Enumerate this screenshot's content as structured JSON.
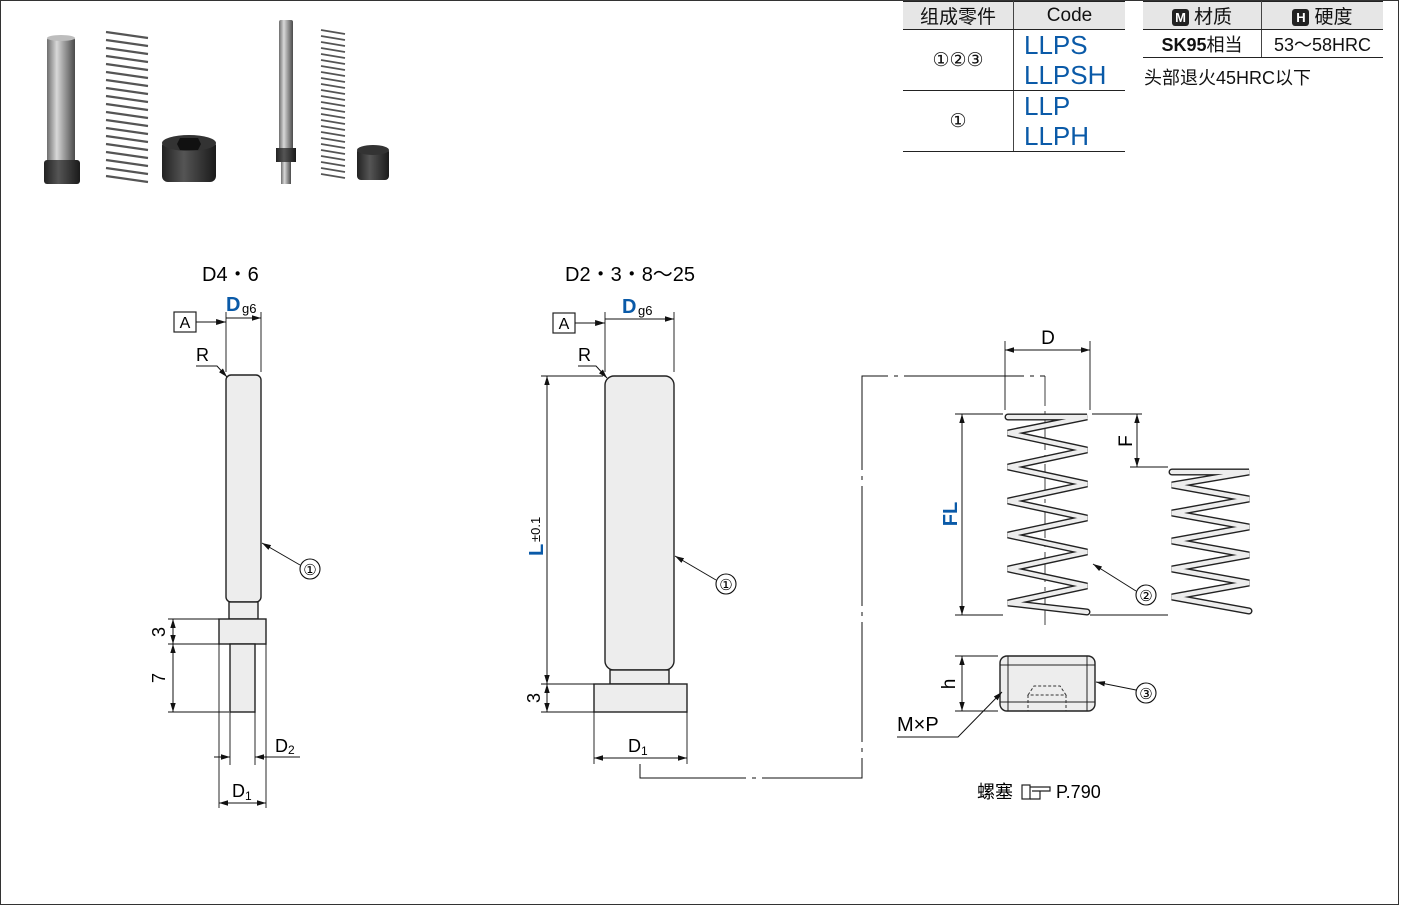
{
  "code_table": {
    "header": {
      "parts": "组成零件",
      "code": "Code"
    },
    "rows": [
      {
        "parts": "①②③",
        "code1": "LLPS",
        "code2": "LLPSH"
      },
      {
        "parts": "①",
        "code1": "LLP",
        "code2": "LLPH"
      }
    ]
  },
  "material_table": {
    "header": {
      "material_mark": "M",
      "material": "材质",
      "hardness_mark": "H",
      "hardness": "硬度"
    },
    "row": {
      "material_bold": "SK95",
      "material_suffix": "相当",
      "hardness": "53～58HRC"
    },
    "note": "头部退火45HRC以下"
  },
  "drawings": {
    "left": {
      "title": "D4・6",
      "datum": "A",
      "dia": "D",
      "dia_sub": "g6",
      "radius": "R",
      "dim_a": "3",
      "dim_b": "7",
      "d2": "D",
      "d2_sub": "2",
      "d1": "D",
      "d1_sub": "1",
      "part": "①"
    },
    "middle": {
      "title": "D2・3・8～25",
      "datum": "A",
      "dia": "D",
      "dia_sub": "g6",
      "radius": "R",
      "length": "L",
      "tol": "±0.1",
      "dim_a": "3",
      "d1": "D",
      "d1_sub": "1",
      "part": "①"
    },
    "spring": {
      "dia": "D",
      "free_length": "FL",
      "deflection": "F",
      "part": "②"
    },
    "plug": {
      "height": "h",
      "thread": "M×P",
      "part": "③",
      "ref_label": "螺塞",
      "ref_page": "P.790"
    }
  },
  "colors": {
    "accent": "#0a5aa8",
    "table_header": "#e6e6e6",
    "part_fill": "#ededed"
  }
}
